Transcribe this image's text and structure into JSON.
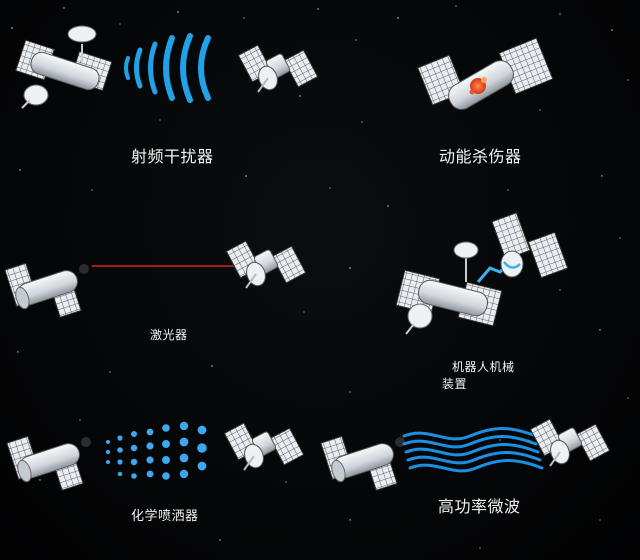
{
  "labels": {
    "rf_jammer": "射频干扰器",
    "kinetic_kill": "动能杀伤器",
    "laser": "激光器",
    "robot_arm_line1": "机器人机械",
    "robot_arm_line2": "装置",
    "chemical_sprayer": "化学喷洒器",
    "high_power_microwave": "高功率微波"
  },
  "colors": {
    "background": "#050607",
    "satellite_body": "#d8dde3",
    "solar_panel": "#e8ecf0",
    "rf_waves": "#1fa3e6",
    "laser_beam": "#c8282b",
    "kinetic_flash": "#e2592d",
    "spray_dots": "#3aa9ef",
    "microwave_beams": "#1b8fe0",
    "robot_link": "#3ab2e8"
  }
}
